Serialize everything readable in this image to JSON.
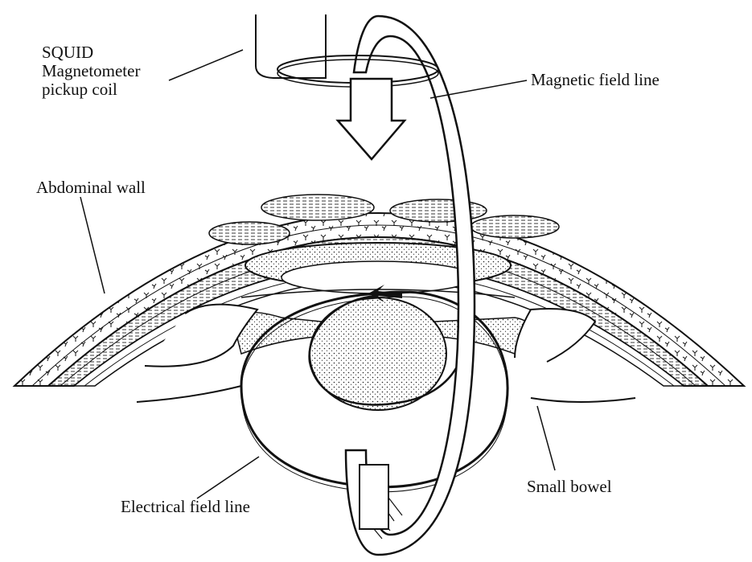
{
  "labels": {
    "squid_line1": "SQUID",
    "squid_line2": "Magnetometer",
    "squid_line3": "pickup coil",
    "magnetic_field_line": "Magnetic field line",
    "abdominal_wall": "Abdominal wall",
    "electrical_field_line": "Electrical field line",
    "small_bowel": "Small bowel"
  },
  "colors": {
    "ink": "#111111",
    "paper": "#ffffff"
  }
}
